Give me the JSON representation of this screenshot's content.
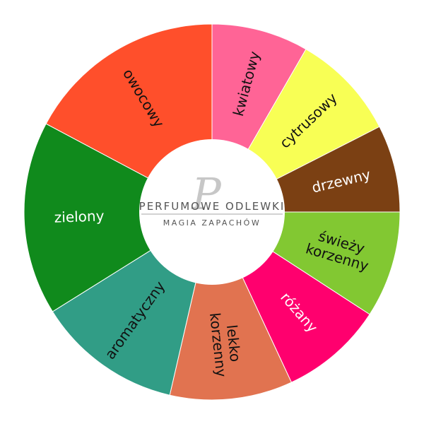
{
  "wheel": {
    "segments": [
      {
        "label": "kwiatowy",
        "color": "#ff6496",
        "text_color": "#111111",
        "start_deg": 0,
        "end_deg": 30
      },
      {
        "label": "cytrusowy",
        "color": "#f8ff55",
        "text_color": "#111111",
        "start_deg": 30,
        "end_deg": 63
      },
      {
        "label": "drzewny",
        "color": "#7b4013",
        "text_color": "#ffffff",
        "start_deg": 63,
        "end_deg": 90
      },
      {
        "label": "świeży korzenny",
        "color": "#82c832",
        "text_color": "#111111",
        "start_deg": 90,
        "end_deg": 123
      },
      {
        "label": "różany",
        "color": "#ff006e",
        "text_color": "#ffffff",
        "start_deg": 123,
        "end_deg": 155
      },
      {
        "label": "lekko korzenny",
        "color": "#e17350",
        "text_color": "#111111",
        "start_deg": 155,
        "end_deg": 193
      },
      {
        "label": "aromatyczny",
        "color": "#319d86",
        "text_color": "#111111",
        "start_deg": 193,
        "end_deg": 238
      },
      {
        "label": "zielony",
        "color": "#108a1c",
        "text_color": "#ffffff",
        "start_deg": 238,
        "end_deg": 298
      },
      {
        "label": "owocowy",
        "color": "#ff4f2b",
        "text_color": "#111111",
        "start_deg": 298,
        "end_deg": 360
      }
    ]
  },
  "logo": {
    "brand": "PERFUMOWE ODLEWKI",
    "tagline": "MAGIA ZAPACHÓW",
    "monogram": "P"
  }
}
